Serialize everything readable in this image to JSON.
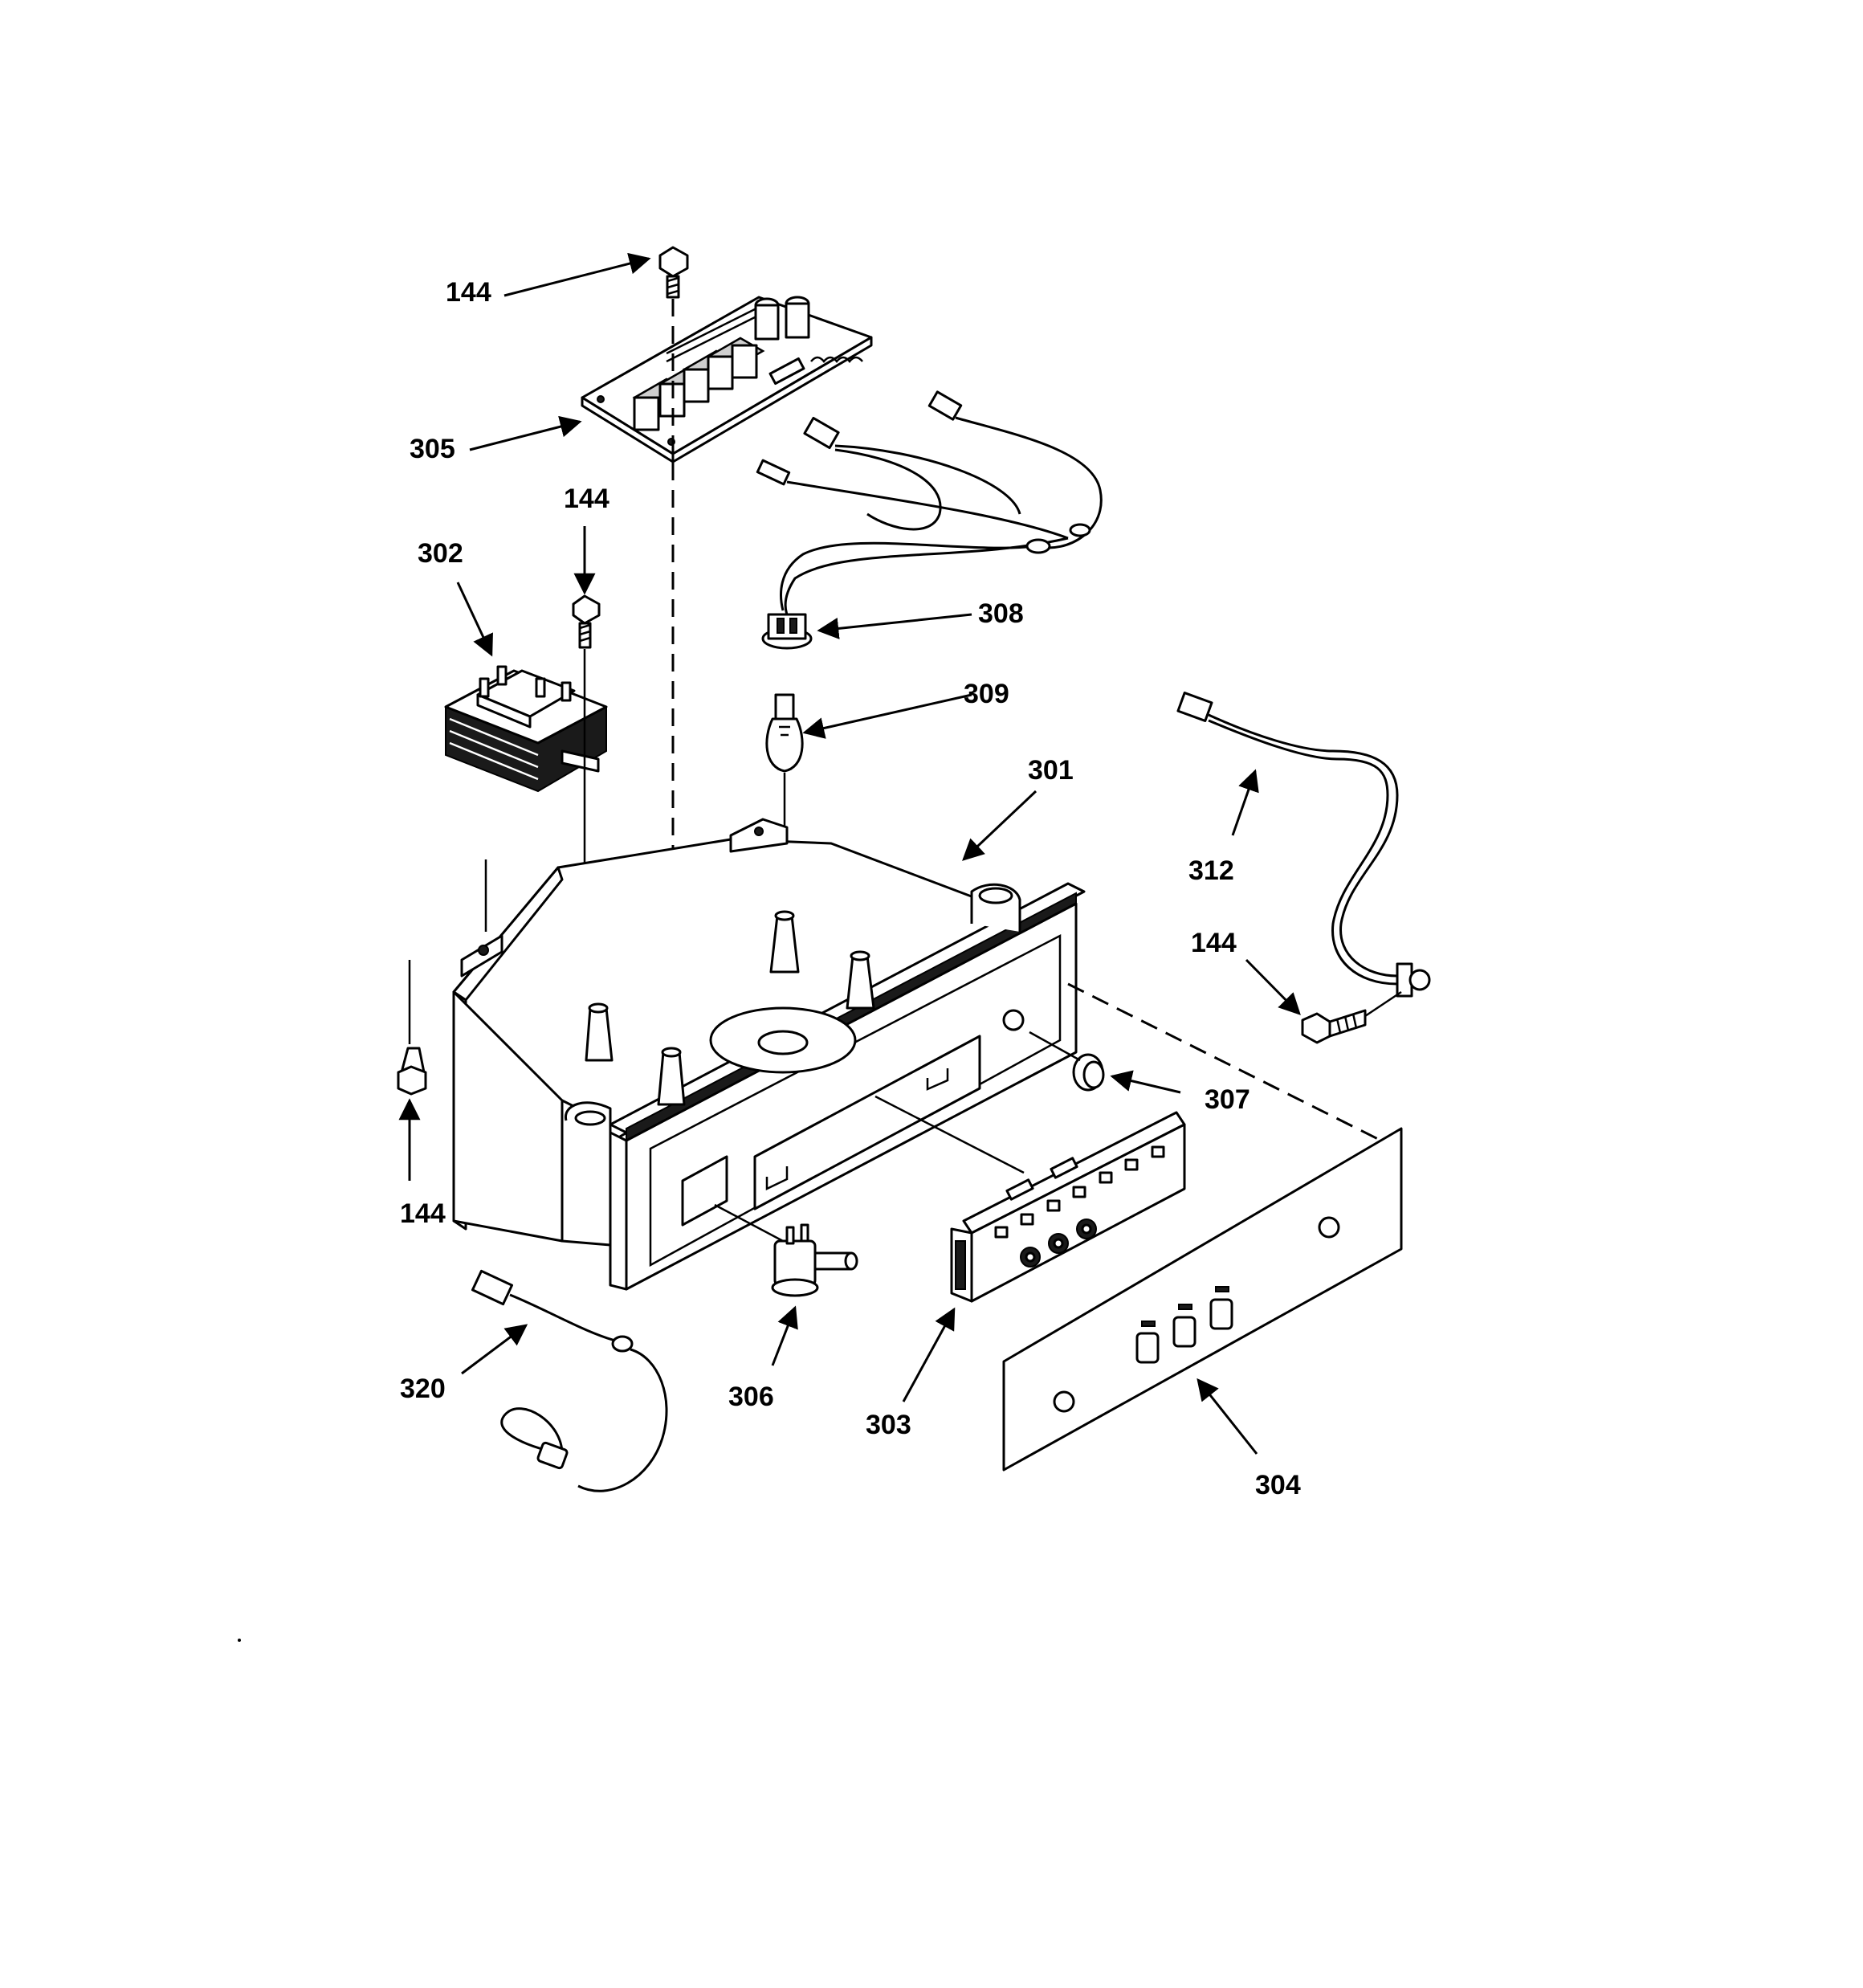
{
  "callouts": {
    "c144_top": "144",
    "c305": "305",
    "c144_mid": "144",
    "c302": "302",
    "c308": "308",
    "c309": "309",
    "c301": "301",
    "c312": "312",
    "c144_right": "144",
    "c307": "307",
    "c144_left": "144",
    "c320": "320",
    "c306": "306",
    "c303": "303",
    "c304": "304"
  },
  "colors": {
    "line": "#000000",
    "background": "#ffffff"
  }
}
